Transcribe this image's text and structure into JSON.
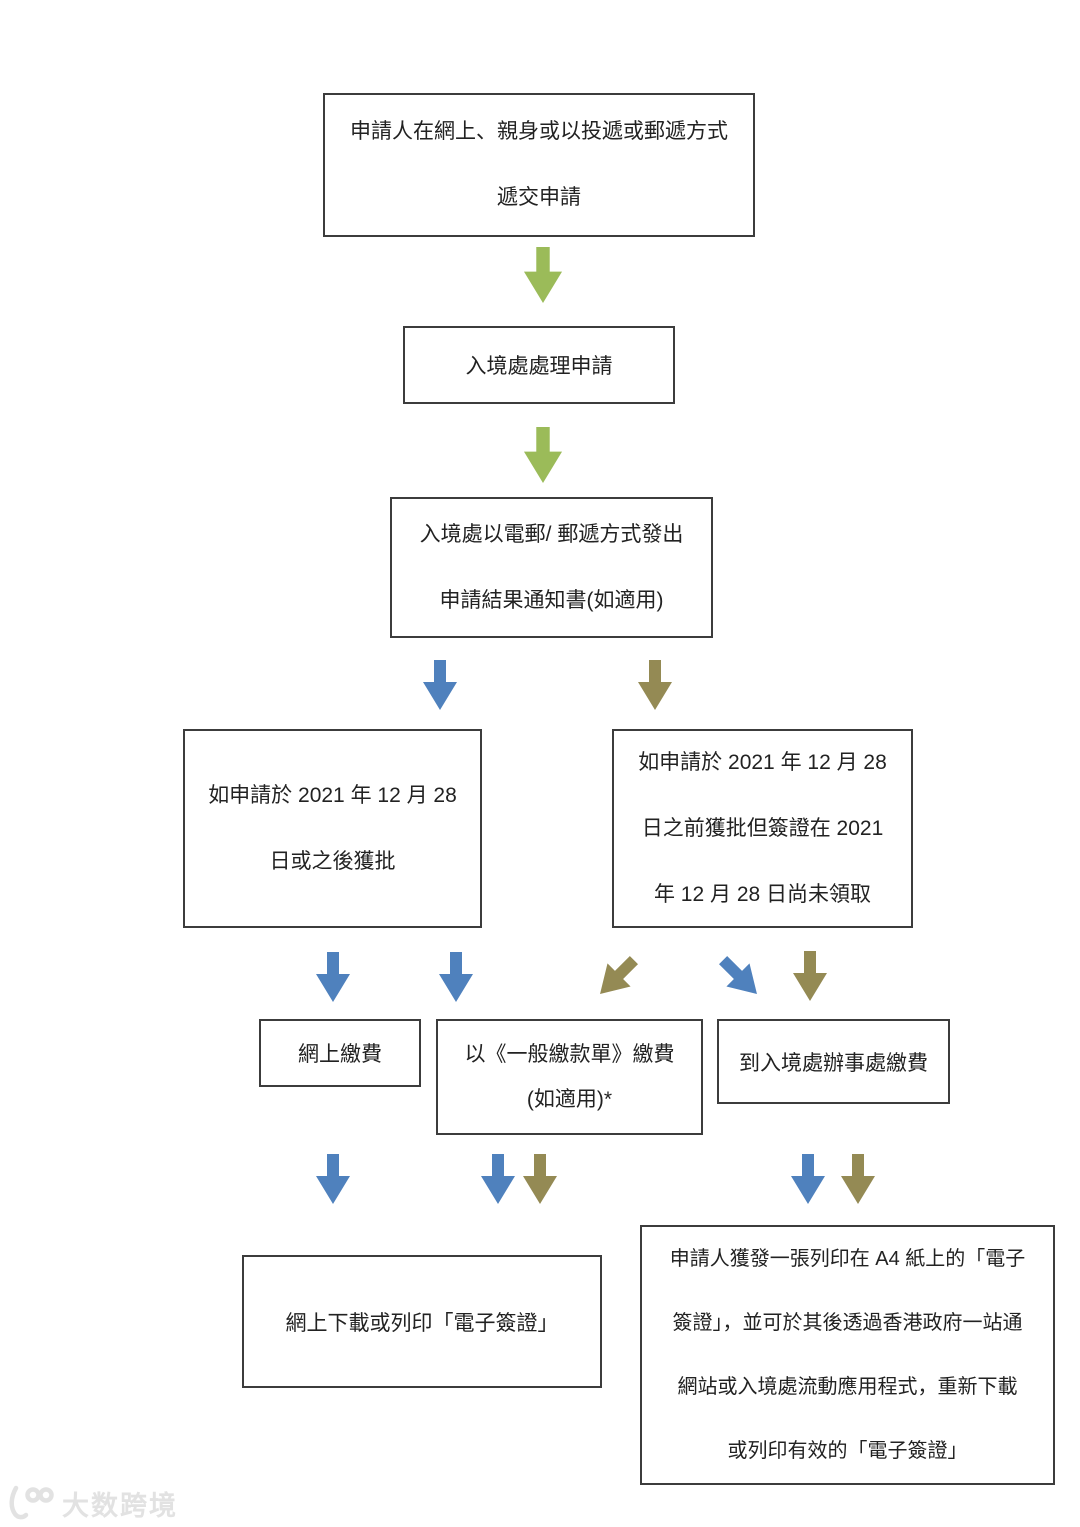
{
  "title": "e-Visa application process flowchart",
  "colors": {
    "green": "#9BBB59",
    "blue": "#4F81BD",
    "olive": "#948A54",
    "border": "#3c3c3c",
    "text": "#222222",
    "watermark": "#e2e2e2"
  },
  "nodes": {
    "submit": {
      "lines": [
        "申請人在網上、親身或以投遞或郵遞方式",
        "遞交申請"
      ]
    },
    "process": {
      "lines": [
        "入境處處理申請"
      ]
    },
    "notice": {
      "lines": [
        "入境處以電郵/ 郵遞方式發出",
        "申請結果通知書(如適用)"
      ]
    },
    "approved_after": {
      "lines": [
        "如申請於 2021 年 12 月 28",
        "日或之後獲批"
      ]
    },
    "approved_before": {
      "lines": [
        "如申請於 2021 年 12 月 28",
        "日之前獲批但簽證在 2021",
        "年 12 月 28 日尚未領取"
      ]
    },
    "pay_online": {
      "lines": [
        "網上繳費"
      ]
    },
    "pay_note": {
      "lines": [
        "以《一般繳款單》繳費",
        "(如適用)*"
      ]
    },
    "pay_office": {
      "lines": [
        "到入境處辦事處繳費"
      ]
    },
    "evisa_download": {
      "lines": [
        "網上下載或列印「電子簽證」"
      ]
    },
    "evisa_a4": {
      "lines": [
        "申請人獲發一張列印在 A4 紙上的「電子",
        "簽證」，並可於其後透過香港政府一站通",
        "網站或入境處流動應用程式，重新下載",
        "或列印有效的「電子簽證」"
      ]
    }
  },
  "watermark": {
    "label": "大数跨境",
    "icon": "smiley-100-logo-icon"
  }
}
